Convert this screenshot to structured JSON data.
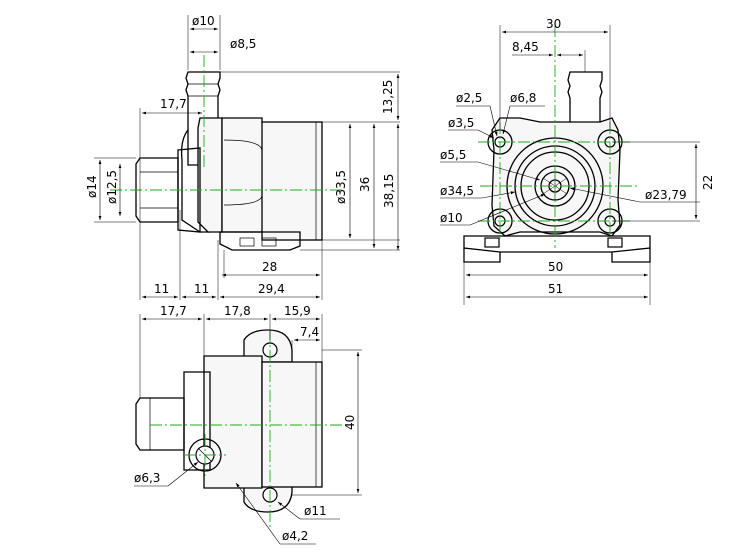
{
  "dimensions": {
    "side": {
      "d10": "ø10",
      "d8_5": "ø8,5",
      "d17_7": "17,7",
      "d13_25": "13,25",
      "d14": "ø14",
      "d12_5": "ø12,5",
      "d33_5": "ø33,5",
      "d36": "36",
      "d38_15": "38,15",
      "d28": "28",
      "d11a": "11",
      "d11b": "11",
      "d29_4": "29,4"
    },
    "front": {
      "d30": "30",
      "d8_45": "8,45",
      "d2_5": "ø2,5",
      "d6_8": "ø6,8",
      "d3_5": "ø3,5",
      "d5_5": "ø5,5",
      "d34_5": "ø34,5",
      "d10": "ø10",
      "d23_79": "ø23,79",
      "d22": "22",
      "d50": "50",
      "d51": "51"
    },
    "top": {
      "d17_7": "17,7",
      "d17_8": "17,8",
      "d15_9": "15,9",
      "d7_4": "7,4",
      "d40": "40",
      "d6_3": "ø6,3",
      "d11": "ø11",
      "d4_2": "ø4,2"
    }
  }
}
